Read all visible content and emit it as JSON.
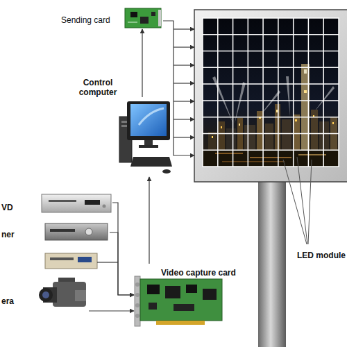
{
  "diagram": {
    "nodes": [
      {
        "text": [
          "Sending card"
        ]
      },
      {
        "text": [
          "Control computer"
        ]
      },
      {
        "text": [
          "VD"
        ]
      },
      {
        "text": [
          "ner"
        ]
      },
      {
        "text": [
          "era"
        ]
      },
      {
        "text": [
          "Video capture card"
        ]
      },
      {
        "text": [
          "LED module"
        ]
      }
    ],
    "edges": [
      {
        "from": 2,
        "to": 5,
        "arrow": "to"
      },
      {
        "from": 3,
        "to": 5,
        "arrow": "to"
      },
      {
        "from": 4,
        "to": 5,
        "arrow": "to"
      },
      {
        "from": 5,
        "to": 1,
        "arrow": "to"
      },
      {
        "from": 1,
        "to": 0,
        "arrow": "to"
      },
      {
        "from": 0,
        "to": 6,
        "arrow": "to"
      }
    ]
  }
}
